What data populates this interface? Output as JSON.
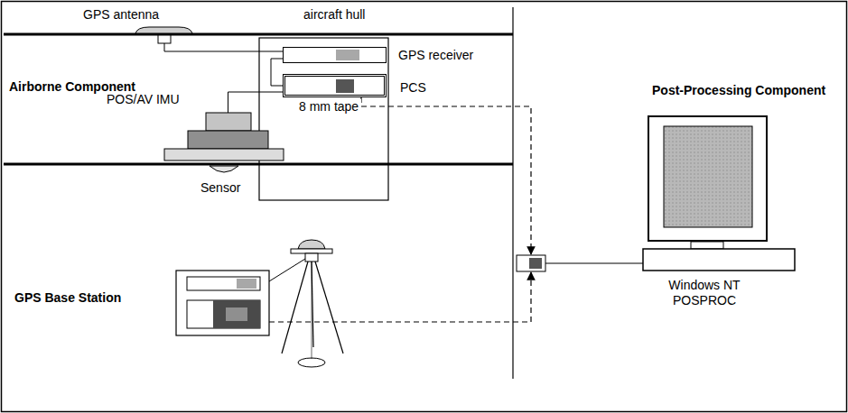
{
  "diagram": {
    "nodes": [
      {
        "text": [
          "GPS receiver"
        ]
      },
      {
        "text": [
          "PCS"
        ]
      },
      {
        "text": [
          "POS/AV IMU"
        ]
      },
      {
        "text": [
          "Sensor"
        ]
      },
      {
        "text": [
          "Windows NT POSPROC"
        ]
      }
    ],
    "edges": [
      {
        "from": 0,
        "to": 1,
        "arrow": "none"
      },
      {
        "from": 2,
        "to": 1,
        "arrow": "none"
      }
    ],
    "labels": [
      "GPS antenna",
      "aircraft hull",
      "Airborne Component",
      "8 mm tape",
      "Post-Processing Component",
      "GPS Base Station"
    ]
  }
}
